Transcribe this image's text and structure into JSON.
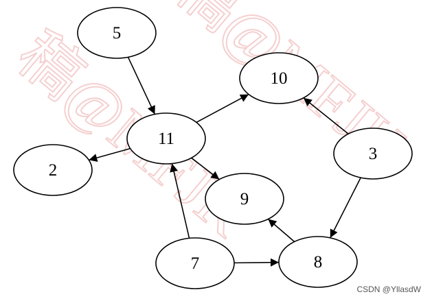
{
  "graph": {
    "nodes": [
      {
        "id": "n5",
        "label": "5"
      },
      {
        "id": "n10",
        "label": "10"
      },
      {
        "id": "n11",
        "label": "11"
      },
      {
        "id": "n3",
        "label": "3"
      },
      {
        "id": "n2",
        "label": "2"
      },
      {
        "id": "n9",
        "label": "9"
      },
      {
        "id": "n7",
        "label": "7"
      },
      {
        "id": "n8",
        "label": "8"
      }
    ],
    "edges": [
      {
        "from": "n5",
        "to": "n11"
      },
      {
        "from": "n11",
        "to": "n10"
      },
      {
        "from": "n11",
        "to": "n2"
      },
      {
        "from": "n11",
        "to": "n9"
      },
      {
        "from": "n3",
        "to": "n10"
      },
      {
        "from": "n3",
        "to": "n8"
      },
      {
        "from": "n7",
        "to": "n11"
      },
      {
        "from": "n7",
        "to": "n8"
      },
      {
        "from": "n8",
        "to": "n9"
      }
    ]
  },
  "watermark": {
    "text": "稿@MFJK"
  },
  "credit": {
    "text": "CSDN @YllasdW"
  },
  "colors": {
    "node_stroke": "#000000",
    "edge": "#000000",
    "watermark": "#f4c7c7"
  }
}
